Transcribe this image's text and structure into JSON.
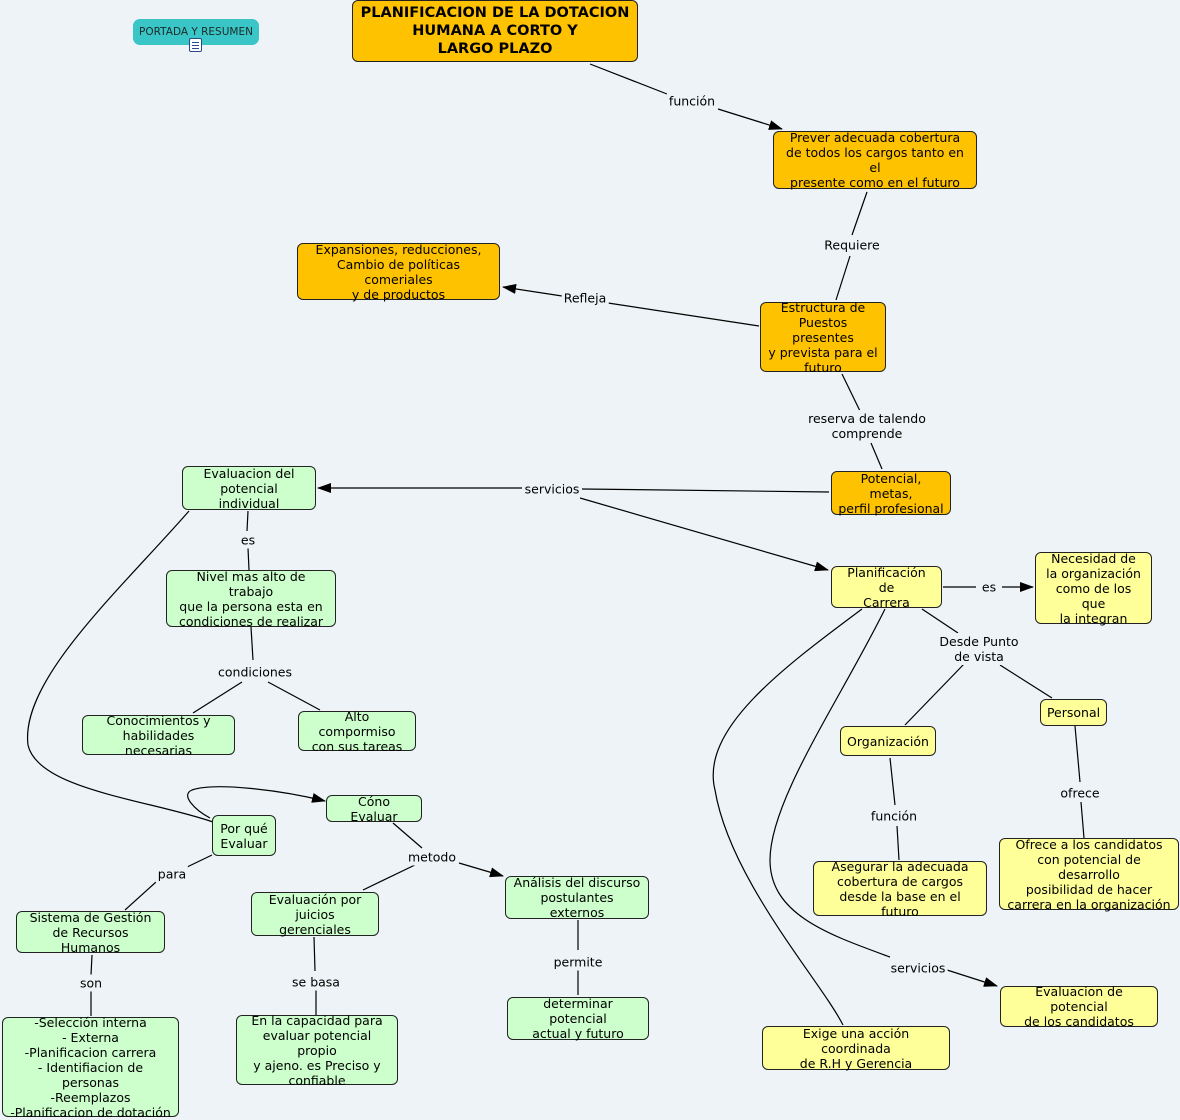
{
  "nodes": {
    "portada": "PORTADA Y RESUMEN",
    "title": "PLANIFICACION DE LA DOTACION\nHUMANA A CORTO Y\nLARGO PLAZO",
    "prever": "Prever adecuada cobertura\nde todos los cargos tanto en el\npresente como en el futuro",
    "expansiones": "Expansiones, reducciones,\nCambio de políticas comeriales\ny de productos",
    "estructura": "Estructura de\nPuestos presentes\ny prevista para el\nfuturo",
    "potencial": "Potencial, metas,\nperfil profesional",
    "evaluacion_potencial": "Evaluacion del\npotencial individual",
    "nivel": "Nivel mas alto de trabajo\nque la persona esta en\ncondiciones de realizar",
    "conocimientos": "Conocimientos y\nhabilidades necesarias",
    "alto_compromiso": "Alto compormiso\ncon sus tareas",
    "por_que": "Por qué\nEvaluar",
    "como_evaluar": "Cóno Evaluar",
    "sistema": "Sistema de Gestión\nde Recursos Humanos",
    "seleccion": "-Selección interna\n- Externa\n-Planificacion carrera\n- Identifiacion de personas\n-Reemplazos\n-Planificacion de dotación",
    "juicios": "Evaluación por\njuicios gerenciales",
    "capacidad": "En la capacidad para\nevaluar potencial propio\ny ajeno. es Preciso y\nconfiable",
    "analisis": "Análisis del discurso\npostulantes externos",
    "determinar": "determinar potencial\nactual y futuro",
    "planificacion_carrera": "Planificación de\nCarrera",
    "necesidad": "Necesidad de\nla organización\ncomo de los que\nla integran",
    "organizacion": "Organización",
    "personal": "Personal",
    "asegurar": "Asegurar la adecuada\ncobertura de cargos\ndesde la base en el futuro",
    "ofrece_candidatos": "Ofrece a los candidatos\ncon potencial de desarrollo\nposibilidad de hacer\ncarrera en la organización",
    "exige": "Exige una acción coordinada\nde R.H y Gerencia",
    "evaluacion_candidatos": "Evaluacion de potencial\nde los candidatos"
  },
  "labels": {
    "funcion_top": "función",
    "requiere": "Requiere",
    "refleja": "Refleja",
    "reserva": "reserva de talendo\ncomprende",
    "servicios_mid": "servicios",
    "es_left": "es",
    "condiciones": "condiciones",
    "para": "para",
    "son": "son",
    "metodo": "metodo",
    "se_basa": "se basa",
    "permite": "permite",
    "es_right": "es",
    "desde_punto": "Desde Punto\nde vista",
    "funcion_right": "función",
    "ofrece": "ofrece",
    "servicios_bottom": "servicios"
  },
  "colors": {
    "orange": "#ffc200",
    "green": "#ccffcc",
    "yellow": "#ffff99",
    "teal": "#3ac6c6",
    "background": "#edf3f6"
  },
  "icons": [
    "document-icon"
  ]
}
